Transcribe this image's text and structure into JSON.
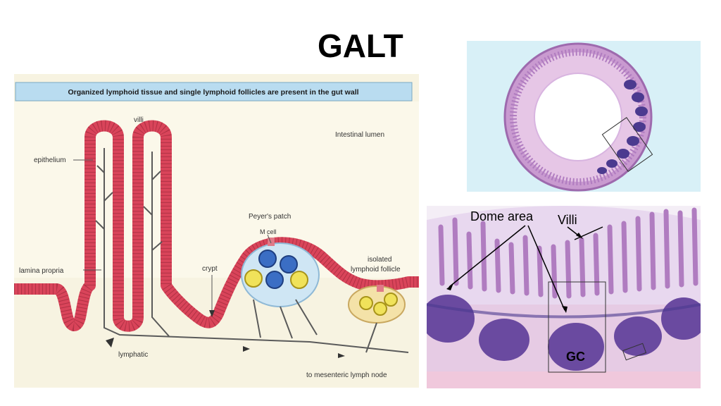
{
  "slide": {
    "title": "GALT"
  },
  "diagram": {
    "banner": "Organized lymphoid tissue and single lymphoid follicles are present in the gut wall",
    "labels": {
      "villi": "villi",
      "intestinal_lumen": "Intestinal lumen",
      "epithelium": "epithelium",
      "peyers_patch": "Peyer's patch",
      "m_cell": "M cell",
      "lamina_propria": "lamina propria",
      "crypt": "crypt",
      "isolated_follicle_1": "isolated",
      "isolated_follicle_2": "lymphoid follicle",
      "lymphatic": "lymphatic",
      "mesenteric": "to mesenteric lymph node"
    }
  },
  "histology_bottom": {
    "labels": {
      "dome_area": "Dome area",
      "villi": "Villi",
      "gc": "GC"
    }
  },
  "colors": {
    "epithelium": "#d9445a",
    "banner": "#b9dcf0",
    "histo_bg": "#d8f0f7",
    "tissue": "#b07cc0",
    "nodule": "#4b3a8f"
  }
}
